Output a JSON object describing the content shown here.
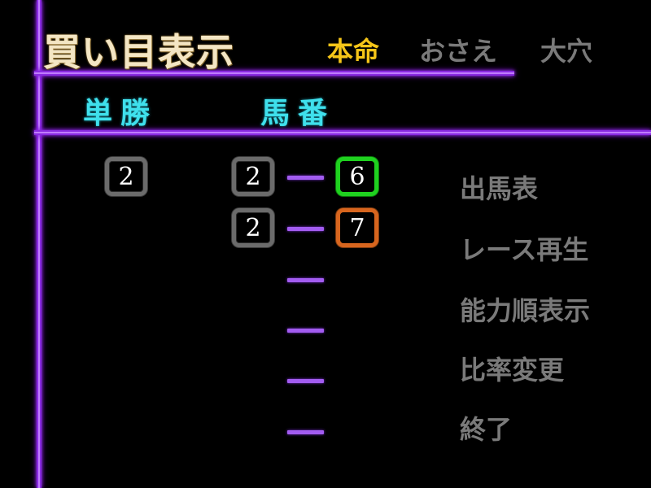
{
  "header": {
    "title": "買い目表示",
    "tabs": [
      {
        "label": "本命",
        "active": true,
        "color": "#f5c518"
      },
      {
        "label": "おさえ",
        "active": false,
        "color": "#7a7a7a"
      },
      {
        "label": "大穴",
        "active": false,
        "color": "#7a7a7a"
      }
    ]
  },
  "columns": {
    "tansho": "単勝",
    "umaban": "馬番"
  },
  "tansho": {
    "number": "2"
  },
  "combinations": [
    {
      "first": "2",
      "second": "6",
      "second_color": "green"
    },
    {
      "first": "2",
      "second": "7",
      "second_color": "orange"
    }
  ],
  "menu": {
    "items": [
      {
        "label": "出馬表"
      },
      {
        "label": "レース再生"
      },
      {
        "label": "能力順表示"
      },
      {
        "label": "比率変更"
      },
      {
        "label": "終了"
      }
    ]
  },
  "colors": {
    "line": "#8a2be2",
    "dash": "#a25cf0",
    "column_header": "#3fe0ec",
    "title": "#f4e6c4",
    "menu_text": "#7a7a7a"
  }
}
